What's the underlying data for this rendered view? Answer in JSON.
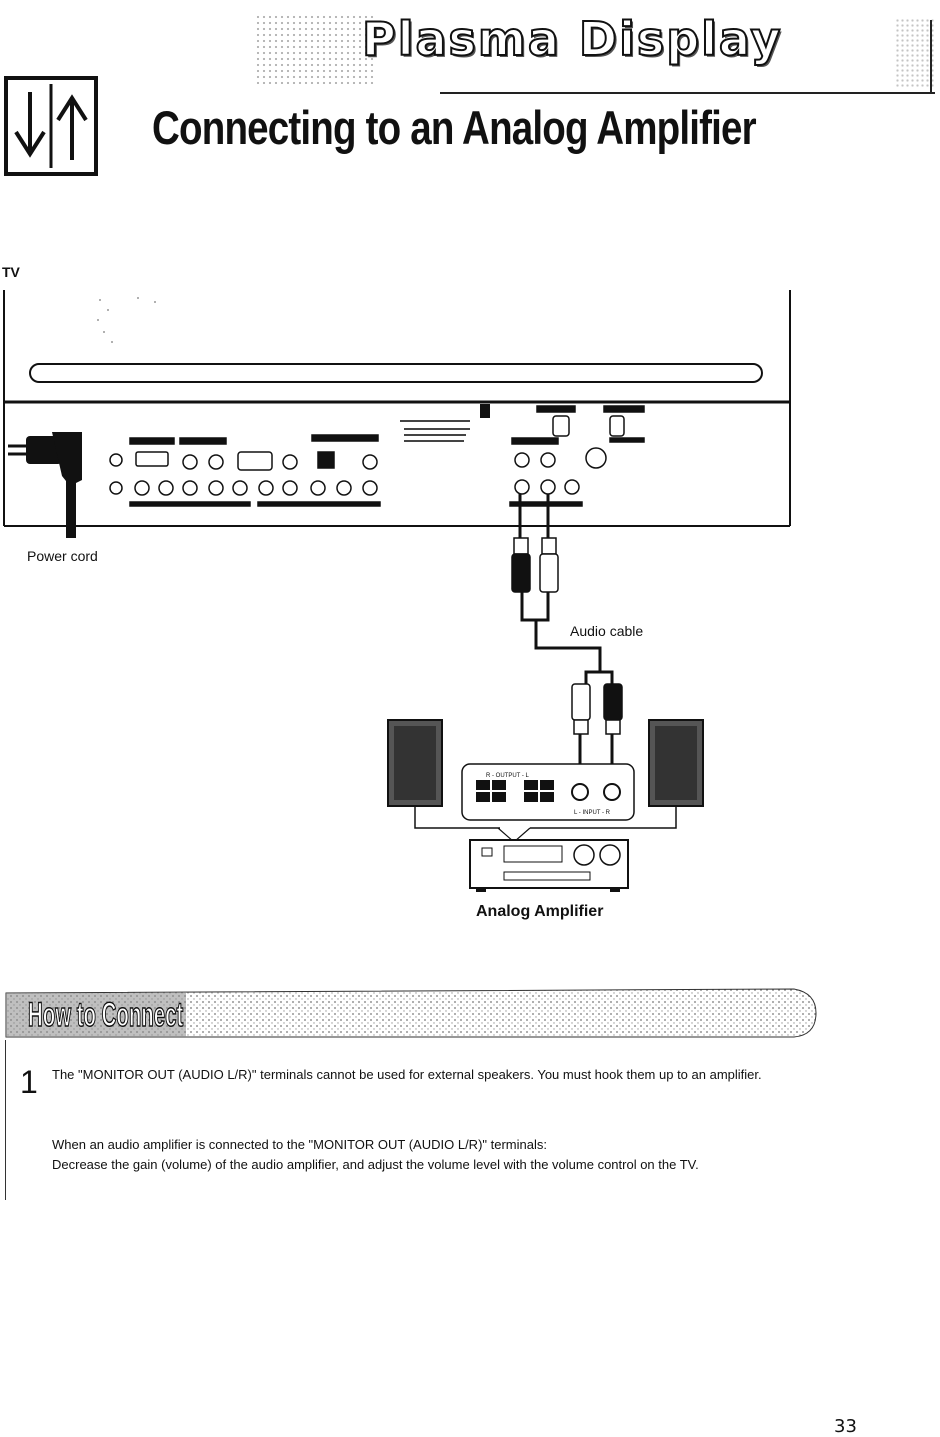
{
  "header": {
    "brand": "Plasma Display",
    "title": "Connecting to an Analog Amplifier"
  },
  "diagram": {
    "tv_label": "TV",
    "power_cord_label": "Power cord",
    "audio_cable_label": "Audio cable",
    "amplifier_label": "Analog Amplifier",
    "amp_output_label": "R - OUTPUT - L",
    "amp_input_label": "L - INPUT - R"
  },
  "how_to": {
    "banner": "How to Connect",
    "step_number": "1",
    "step_text": "The \"MONITOR OUT (AUDIO L/R)\" terminals cannot be used for external speakers. You must hook them up to an amplifier.",
    "note_intro": "When an audio amplifier is connected to the \"MONITOR OUT (AUDIO L/R)\" terminals:",
    "note_text": "Decrease the gain (volume) of the audio amplifier, and adjust the volume level with the volume control on the TV."
  },
  "page_number": "33"
}
